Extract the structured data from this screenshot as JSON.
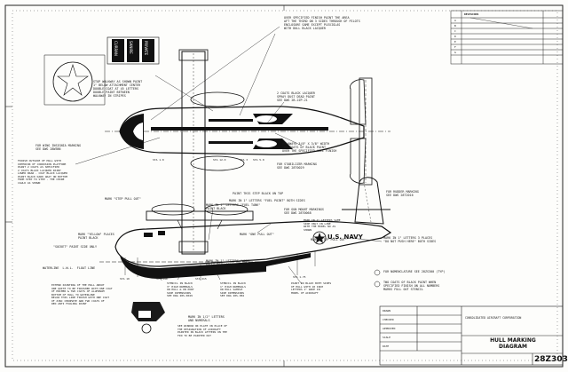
{
  "drawing": {
    "title": "HULL MARKING DIAGRAM",
    "number": "28Z303",
    "company": "CONSOLIDATED AIRCRAFT CORPORATION"
  },
  "insignia_labels": [
    "U.S.",
    "NAVY"
  ],
  "panel_labels": [
    "CURRAN",
    "SANIRE",
    "PRIVATE"
  ],
  "notes": {
    "top_finish": "OVER SPECIFIED FINISH PAINT THE AREA\nAFT THE THIRD ON 3 SIDES THROUGH OF PILOTS\nENCLOSURE SAME EXCEPT PLEXIGLAS\nWITH DULL BLACK LACQUER",
    "stop_walkway": "STOP WALKWAY AS SHOWN PAINT\n1\" BELOW ATTACHMENT CENTER\nDOUBLE COAT AT 45 LETTERS\nDOUBLE PAINT BETWEEN\nWALKWAY IN STRIPES",
    "black_lacquer_area": "2 COATS BLACK LACQUER\nSPRAY DUST DEAD PAINT\nSEE DWG 2B-2ZP-21",
    "walkways": "WALKWAYS 3/8\" X 3/8\" WIDTH\nTWO COATS OF BLACK PAINT\nOVER THE SPECIFIED HULL FINISH",
    "stabilizer_marking": "FOR STABILIZER MARKING\nSEE DWG 28T0029",
    "wing_insignia": "FOR WING INSIGNIA MARKING\nSEE DWG 28W3B6",
    "finish_hull": "FINISH OUTSIDE OF HULL WITH\nINTERIOR OF CORROSION PLATFORM\nPAINT 2 COATS AS SPECIFIED\n2 COATS BLACK LACQUER PAINT\nLOWER DRAW - COAT BLACK LACQUER\nPAINT BLACK DARK GRAY ON BOTTOM\nFROM STEP TO STEP - THE CHINE\nCAULK AS SHOWN",
    "step_pull_out": "MARK \"STEP PULL OUT\"",
    "step_black_top": "PAINT THIS STEP BLACK ON TOP",
    "fuel_tank": "MARK IN 1\" LETTERS \"FUEL TANK\"\nPAINT BLACK",
    "mark_both_sides": "MARK IN 1\" LETTERS \"FUEL POINT\" BOTH SIDES",
    "gun_mount": "FOR GUN MOUNT MARKINGS\nSEE DWG 28T0068",
    "same_side": "MARK IN 1\" LETTERS SAME\nSIDE ONLY IN LINE\nWITH THE MODEL NO AS\nSHOWN",
    "rudder_marking": "FOR RUDDER MARKING\nSEE DWG 28T2016",
    "step_pull_out_2": "MARK \"STEP PULL OUT\"",
    "yellow": "MARK \"YELLOW\" PLACES\nPAINT BLACK",
    "socket": "\"SOCKET\" PAINT SIDE ONLY",
    "mark_in_letters": "MARK IN 1\" LETTERS \"WING\nGULL\" BOTH SIDES",
    "one_pull_out": "MARK \"ONE PULL OUT\"",
    "three_places": "MARK IN 1\" LETTERS 3 PLACES\n\"DO NOT PUSH HERE\" BOTH SIDES",
    "nomenclature": "FOR NOMENCLATURE SEE 28ZS300 (TYP)",
    "two_coats": "TWO COATS OF BLACK PAINT WHEN\nSPECIFIED FINISH ON ALL NUMBERS\nMARKS FULL OUT STENCIL",
    "extended_bottom": "EXTEND PAINTING OF THE HULL ABOUT\nONE QUITE TO BE FINISHED WITH ONE COAT\nOF PRIMER & TWO COATS OF ALUMINUM\nBOTTOM OF HULL TO WATERLINE\nBELOW THIS LINE FINISH WITH ONE COAT\nOF ZINC CHROMATE AND TWO COATS OF\nRED ANTI FOULING PAINT",
    "stencil_black": "STENCIL IN BLACK\n3\" HIGH NUMERALS\nON HULL & ON PORT\nSIDE DIMENSIONS\nSEE DWG 28S-0049",
    "stencil_black_2": "STENCIL IN BLACK\n1\" HIGH NUMERALS\nON HULL SAMPLE\nSIDE DIMENSIONS\nSEE DWG 28S-3B4",
    "paint_black": "PAINT IN BLACK BOTH SIDES\nOF HULL WITH 18 INCH\nLETTERS 1\" WIDE IN\nMODEL OF AIRCRAFT",
    "mark_letters_small": "MARK IN 1/2\" LETTERS\nAND NUMERALS",
    "side_stripes": "SEE WINDOW OR PLATE IN PLACE OF\nTHE DESIGNATION OF AIRCRAFT\nPAINTED IN BLACK LETTERS ON THE\nFIN TO BE PAINTED OUT",
    "hull_line": "WATERLINE  L.W.L.  FLOAT LINE"
  },
  "stations": [
    "STA 1.0",
    "STA 12.0",
    "STA 3",
    "STA 5.0",
    "STA 10",
    "STA 140",
    "STA 215",
    "STA 1.75"
  ],
  "title_block": {
    "rows": [
      "DRAWN",
      "CHECKED",
      "APPROVED",
      "SCALE",
      "DATE"
    ],
    "revisions": [
      "REVISIONS",
      "A",
      "B",
      "C",
      "D",
      "E",
      "F",
      "G"
    ]
  }
}
